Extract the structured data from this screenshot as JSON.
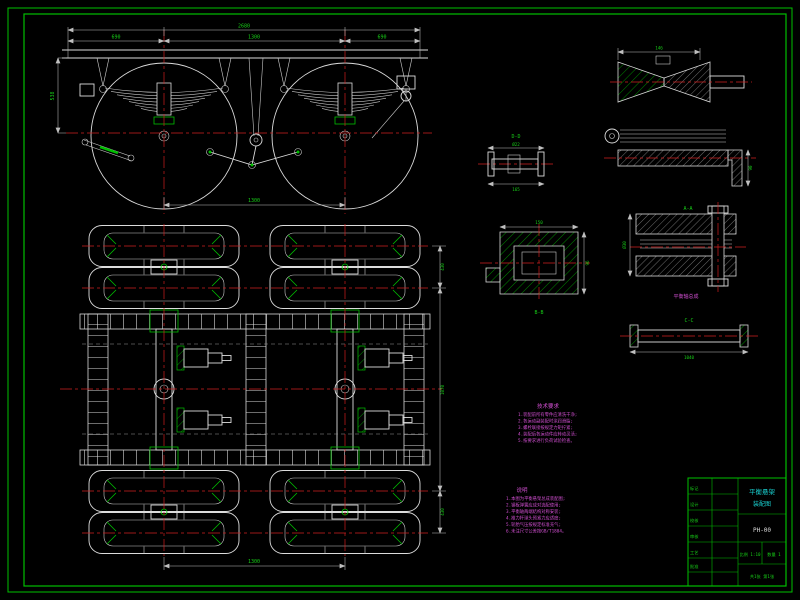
{
  "sheet": {
    "bg": "#000000",
    "frame_color": "#00bf00"
  },
  "side": {
    "dim_total": "2680",
    "dims_top": [
      "690",
      "1300",
      "690"
    ],
    "dim_left": "538",
    "dim_bottom": "1300"
  },
  "plan": {
    "dims_right": [
      "430",
      "1070",
      "430"
    ],
    "dim_bottom": "1300"
  },
  "details": {
    "d1": {
      "dim_top": "146"
    },
    "d2": {
      "dim_right": "90"
    },
    "d3": {
      "label": "D-D",
      "dim_top": "Ø22",
      "dim_bottom": "165"
    },
    "d4": {
      "label": "B-B",
      "dim_top": "150",
      "dim_right": "96"
    },
    "d5": {
      "label": "A-A",
      "dim_side": "Ø30",
      "caption": "平衡轴总成"
    },
    "d6": {
      "label": "C-C",
      "dim_bottom": "1040"
    }
  },
  "notes1": {
    "title": "技术要求",
    "lines": [
      "1.装配前所有零件应清洗干净;",
      "2.各运动副装配时涂润滑脂;",
      "3.螺栓联接按规定力矩拧紧;",
      "4.装配后各运动件应转动灵活;",
      "5.按要求进行负荷试验检查。"
    ]
  },
  "notes2": {
    "title": "说明",
    "lines": [
      "1.本图为平衡悬架总成装配图;",
      "2.钢板弹簧应成对选配使用;",
      "3.平衡轴两端结构对称安装;",
      "4.推力杆球头预紧力应适度;",
      "5.轮胎气压按规定标准充气;",
      "6.未注尺寸公差按GB/T1804。"
    ]
  },
  "title_block": {
    "rows": [
      "标记",
      "设计",
      "校核",
      "审核",
      "工艺",
      "批准"
    ],
    "name_line1": "平衡悬架",
    "name_line2": "装配图",
    "drawing_no": "PH-00",
    "scale": "比例 1:10",
    "qty": "数量 1",
    "sheet": "共1张 第1张"
  }
}
